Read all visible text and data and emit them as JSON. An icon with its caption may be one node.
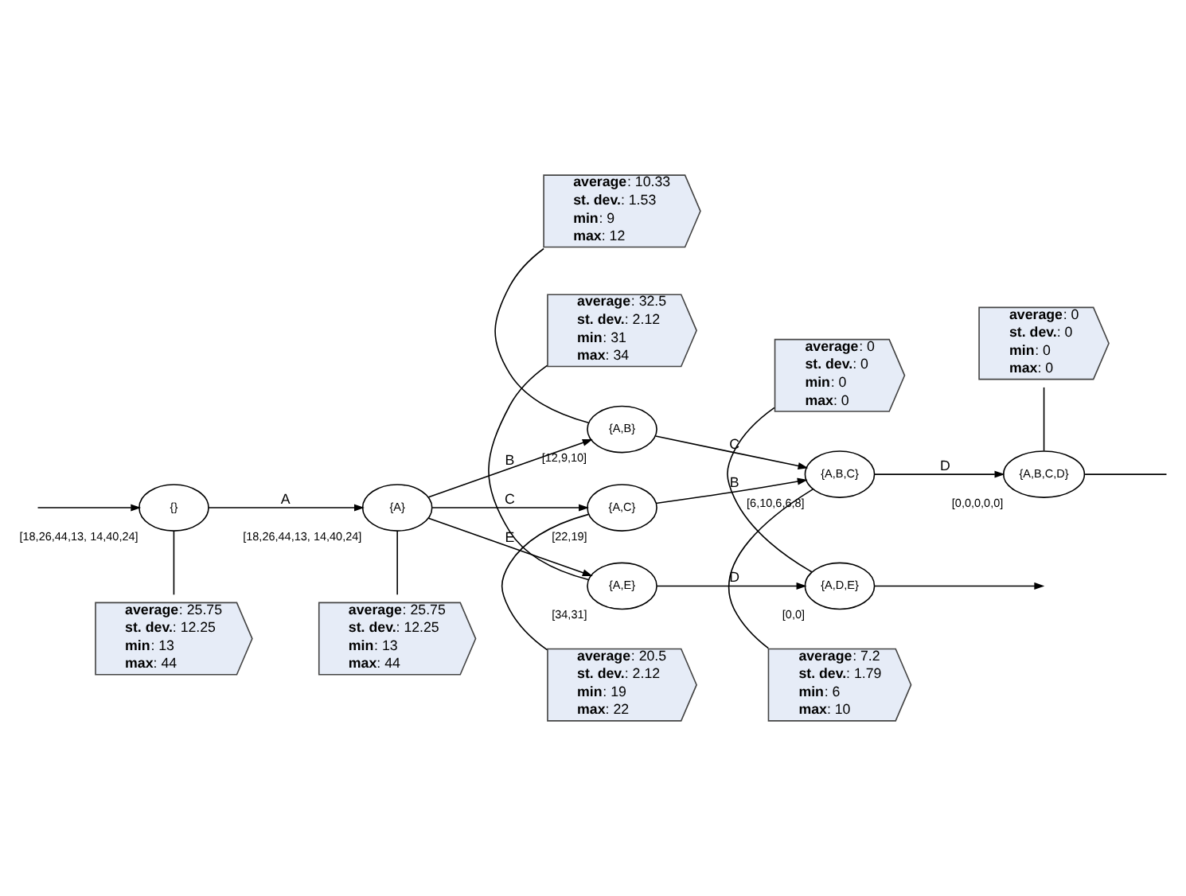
{
  "diagram": {
    "nodes": [
      {
        "text": [
          "**average**: 10.33",
          "**st. dev.**: 1.53",
          "**min**: 9",
          "**max**: 12"
        ]
      },
      {
        "text": [
          "**average**: 7.2",
          "**st. dev.**: 1.79",
          "**min**: 6",
          "**max**: 10"
        ]
      },
      {
        "text": [
          "**average**: 0",
          "**st. dev.**: 0",
          "**min**: 0",
          "**max**: 0"
        ]
      },
      {
        "text": [
          "**average**: 25.75",
          "**st. dev.**: 12.25",
          "**min**: 13",
          "**max**: 44"
        ]
      },
      {
        "text": [
          "{A,B}"
        ],
        "beside": [
          "[12,9,10]"
        ]
      },
      {
        "text": [
          "{A,B,C}"
        ],
        "beside": [
          "[6,10,6,6,8]"
        ]
      },
      {
        "text": [
          "{A,B,C,D}"
        ],
        "beside": [
          "[0,0,0,0,0]"
        ]
      },
      {
        "text": [
          "{A}"
        ],
        "beside": [
          "[18,26,44,13, 14,40,24]"
        ]
      },
      {
        "text": [
          "{}"
        ],
        "beside": [
          "[18,26,44,13, 14,40,24]"
        ]
      },
      {
        "text": [
          "{A,C}"
        ],
        "beside": [
          "[22,19]"
        ]
      },
      {
        "text": [
          "**average**: 25.75",
          "**st. dev.**: 12.25",
          "**min**: 13",
          "**max**: 44"
        ]
      },
      {
        "text": [
          "{A,E}"
        ],
        "beside": [
          "[34,31]"
        ]
      },
      {
        "text": [
          "{A,D,E}"
        ],
        "beside": [
          "[0,0]"
        ]
      },
      {
        "text": [
          "**average**: 32.5",
          "**st. dev.**: 2.12",
          "**min**: 31",
          "**max**: 34"
        ]
      },
      {
        "text": [
          "**average**: 20.5",
          "**st. dev.**: 2.12",
          "**min**: 19",
          "**max**: 22"
        ]
      },
      {
        "text": [
          "**average**: 0",
          "**st. dev.**: 0",
          "**min**: 0",
          "**max**: 0"
        ]
      }
    ],
    "edges": [
      {
        "from": null,
        "to": 8,
        "arrow": "to"
      },
      {
        "from": 8,
        "to": 7,
        "label": "A",
        "arrow": "to"
      },
      {
        "from": 7,
        "to": 4,
        "label": "B",
        "arrow": "to"
      },
      {
        "from": 7,
        "to": 9,
        "label": "C",
        "arrow": "to"
      },
      {
        "from": 7,
        "to": 11,
        "label": "E",
        "arrow": "to"
      },
      {
        "from": 4,
        "to": 5,
        "label": "C",
        "arrow": "to"
      },
      {
        "from": 9,
        "to": 5,
        "label": "B",
        "arrow": "to"
      },
      {
        "from": 5,
        "to": 6,
        "label": "D",
        "arrow": "to"
      },
      {
        "from": 11,
        "to": 12,
        "label": "D",
        "arrow": "to"
      },
      {
        "from": 12,
        "to": null,
        "arrow": "to"
      },
      {
        "from": 6,
        "to": null,
        "arrow": "none"
      },
      {
        "from": 0,
        "to": 4,
        "arrow": "none"
      },
      {
        "from": 1,
        "to": 5,
        "arrow": "none"
      },
      {
        "from": 2,
        "to": 6,
        "arrow": "none"
      },
      {
        "from": 3,
        "to": 7,
        "arrow": "none"
      },
      {
        "from": 10,
        "to": 8,
        "arrow": "none"
      },
      {
        "from": 13,
        "to": 11,
        "arrow": "none"
      },
      {
        "from": 14,
        "to": 9,
        "arrow": "none"
      },
      {
        "from": 15,
        "to": 12,
        "arrow": "none"
      }
    ]
  }
}
